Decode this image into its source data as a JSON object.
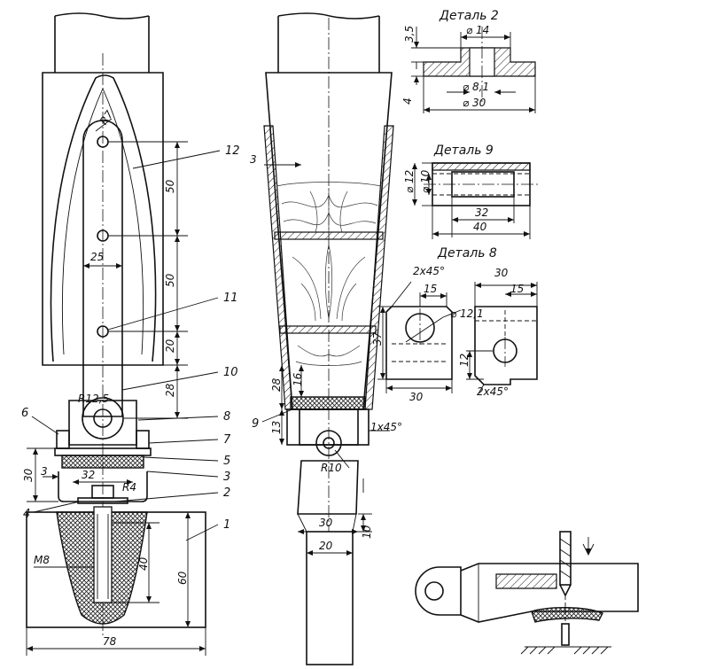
{
  "details": {
    "d2": {
      "title": "Деталь 2",
      "dims": [
        "3,5",
        "⌀ 14",
        "4",
        "⌀ 8,1",
        "⌀ 30"
      ]
    },
    "d9": {
      "title": "Деталь 9",
      "dims": [
        "⌀ 12",
        "⌀ 10",
        "32",
        "40"
      ]
    },
    "d8": {
      "title": "Деталь 8",
      "dims": [
        "2x45°",
        "15",
        "⌀ 12,1",
        "37",
        "30",
        "30",
        "15",
        "12",
        "2x45°"
      ]
    }
  },
  "front_view": {
    "parts": [
      "12",
      "11",
      "10",
      "8",
      "7",
      "5",
      "3",
      "6",
      "2",
      "4",
      "1"
    ],
    "dims": [
      "R7",
      "50",
      "50",
      "20",
      "28",
      "25",
      "R12,5",
      "30",
      "3",
      "32",
      "R4",
      "M8",
      "40",
      "60",
      "78"
    ]
  },
  "side_view": {
    "parts": [
      "9"
    ],
    "dims": [
      "3",
      "28",
      "16",
      "13",
      "1x45°",
      "R10",
      "30",
      "20",
      "10"
    ]
  }
}
